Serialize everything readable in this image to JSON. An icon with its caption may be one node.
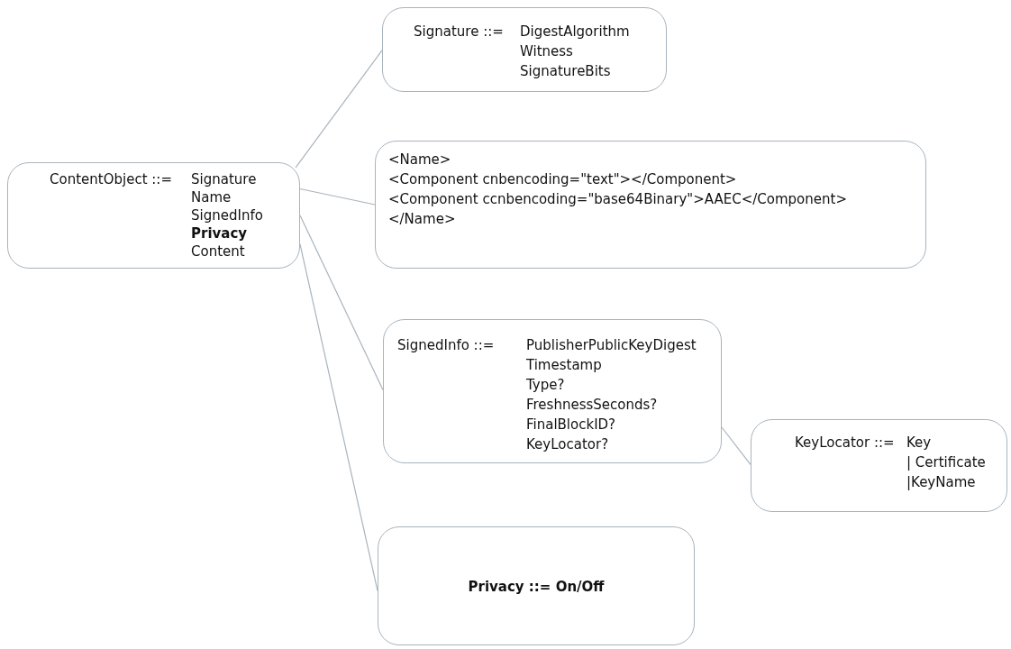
{
  "diagram": {
    "nodes": [
      {
        "text": [
          "ContentObject ::=",
          "Signature",
          "Name",
          "SignedInfo",
          "**Privacy**",
          "Content"
        ]
      },
      {
        "text": [
          "Signature ::=",
          "DigestAlgorithm",
          "Witness",
          "SignatureBits"
        ]
      },
      {
        "text": [
          "<Name>",
          "<Component cnbencoding=\"text\"></Component>",
          "<Component ccnbencoding=\"base64Binary\">AAEC</Component>",
          "</Name>"
        ]
      },
      {
        "text": [
          "SignedInfo ::=",
          "PublisherPublicKeyDigest",
          "Timestamp",
          "Type?",
          "FreshnessSeconds?",
          "FinalBlockID?",
          "KeyLocator?"
        ]
      },
      {
        "text": [
          "KeyLocator ::=",
          "Key",
          "| Certificate",
          "|KeyName"
        ]
      },
      {
        "text": [
          "**Privacy ::= On/Off**"
        ]
      }
    ],
    "edges": [
      {
        "from": 0,
        "to": 1,
        "arrow": "none"
      },
      {
        "from": 0,
        "to": 2,
        "arrow": "none"
      },
      {
        "from": 0,
        "to": 3,
        "arrow": "none"
      },
      {
        "from": 0,
        "to": 5,
        "arrow": "none"
      },
      {
        "from": 3,
        "to": 4,
        "arrow": "none"
      }
    ]
  }
}
